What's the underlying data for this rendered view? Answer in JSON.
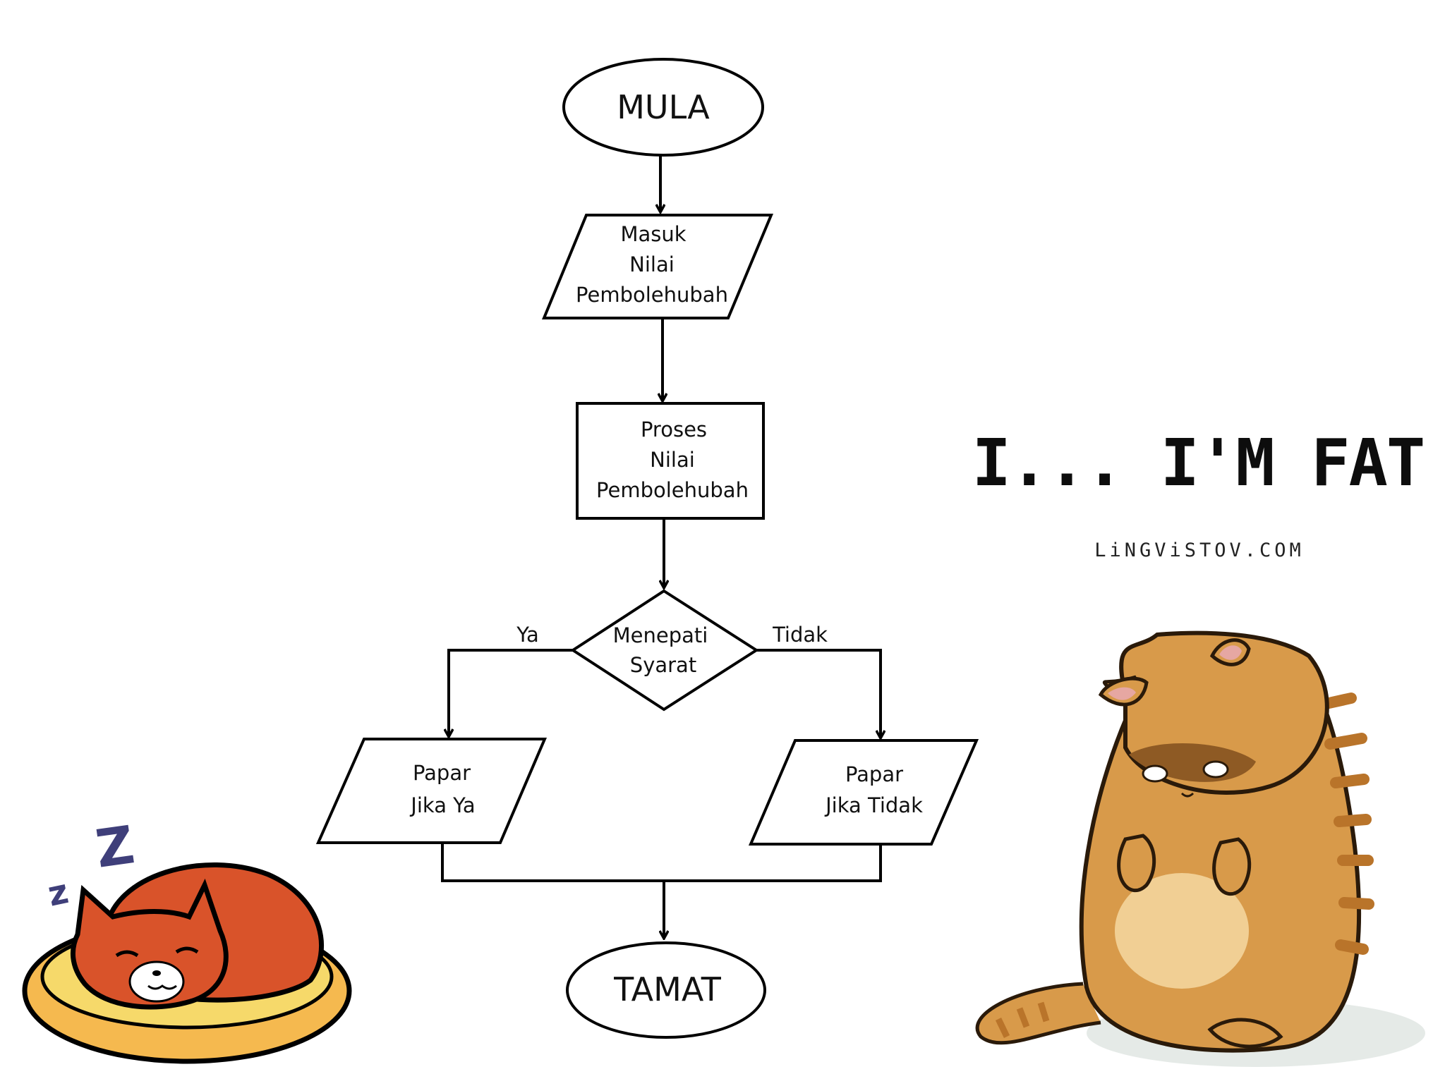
{
  "flowchart": {
    "start": {
      "label": "MULA"
    },
    "input": {
      "lines": [
        "Masuk",
        "Nilai",
        "Pembolehubah"
      ]
    },
    "process": {
      "lines": [
        "Proses",
        "Nilai",
        "Pembolehubah"
      ]
    },
    "decision": {
      "lines": [
        "Menepati",
        "Syarat"
      ]
    },
    "yes_label": "Ya",
    "no_label": "Tidak",
    "output_yes": {
      "lines": [
        "Papar",
        "Jika Ya"
      ]
    },
    "output_no": {
      "lines": [
        "Papar",
        "Jika Tidak"
      ]
    },
    "end": {
      "label": "TAMAT"
    }
  },
  "illustrations": {
    "fat_cat_caption": "I... I'M FAT",
    "fat_cat_credit": "LiNGViSTOV.COM",
    "sleep_letters": [
      "Z",
      "z"
    ],
    "colors": {
      "sleeping_cat": "#d9532a",
      "cushion": "#f6d96a",
      "fat_cat": "#d89a4a",
      "fat_cat_stripes": "#b9742a",
      "zzz": "#3f3f7a"
    }
  }
}
